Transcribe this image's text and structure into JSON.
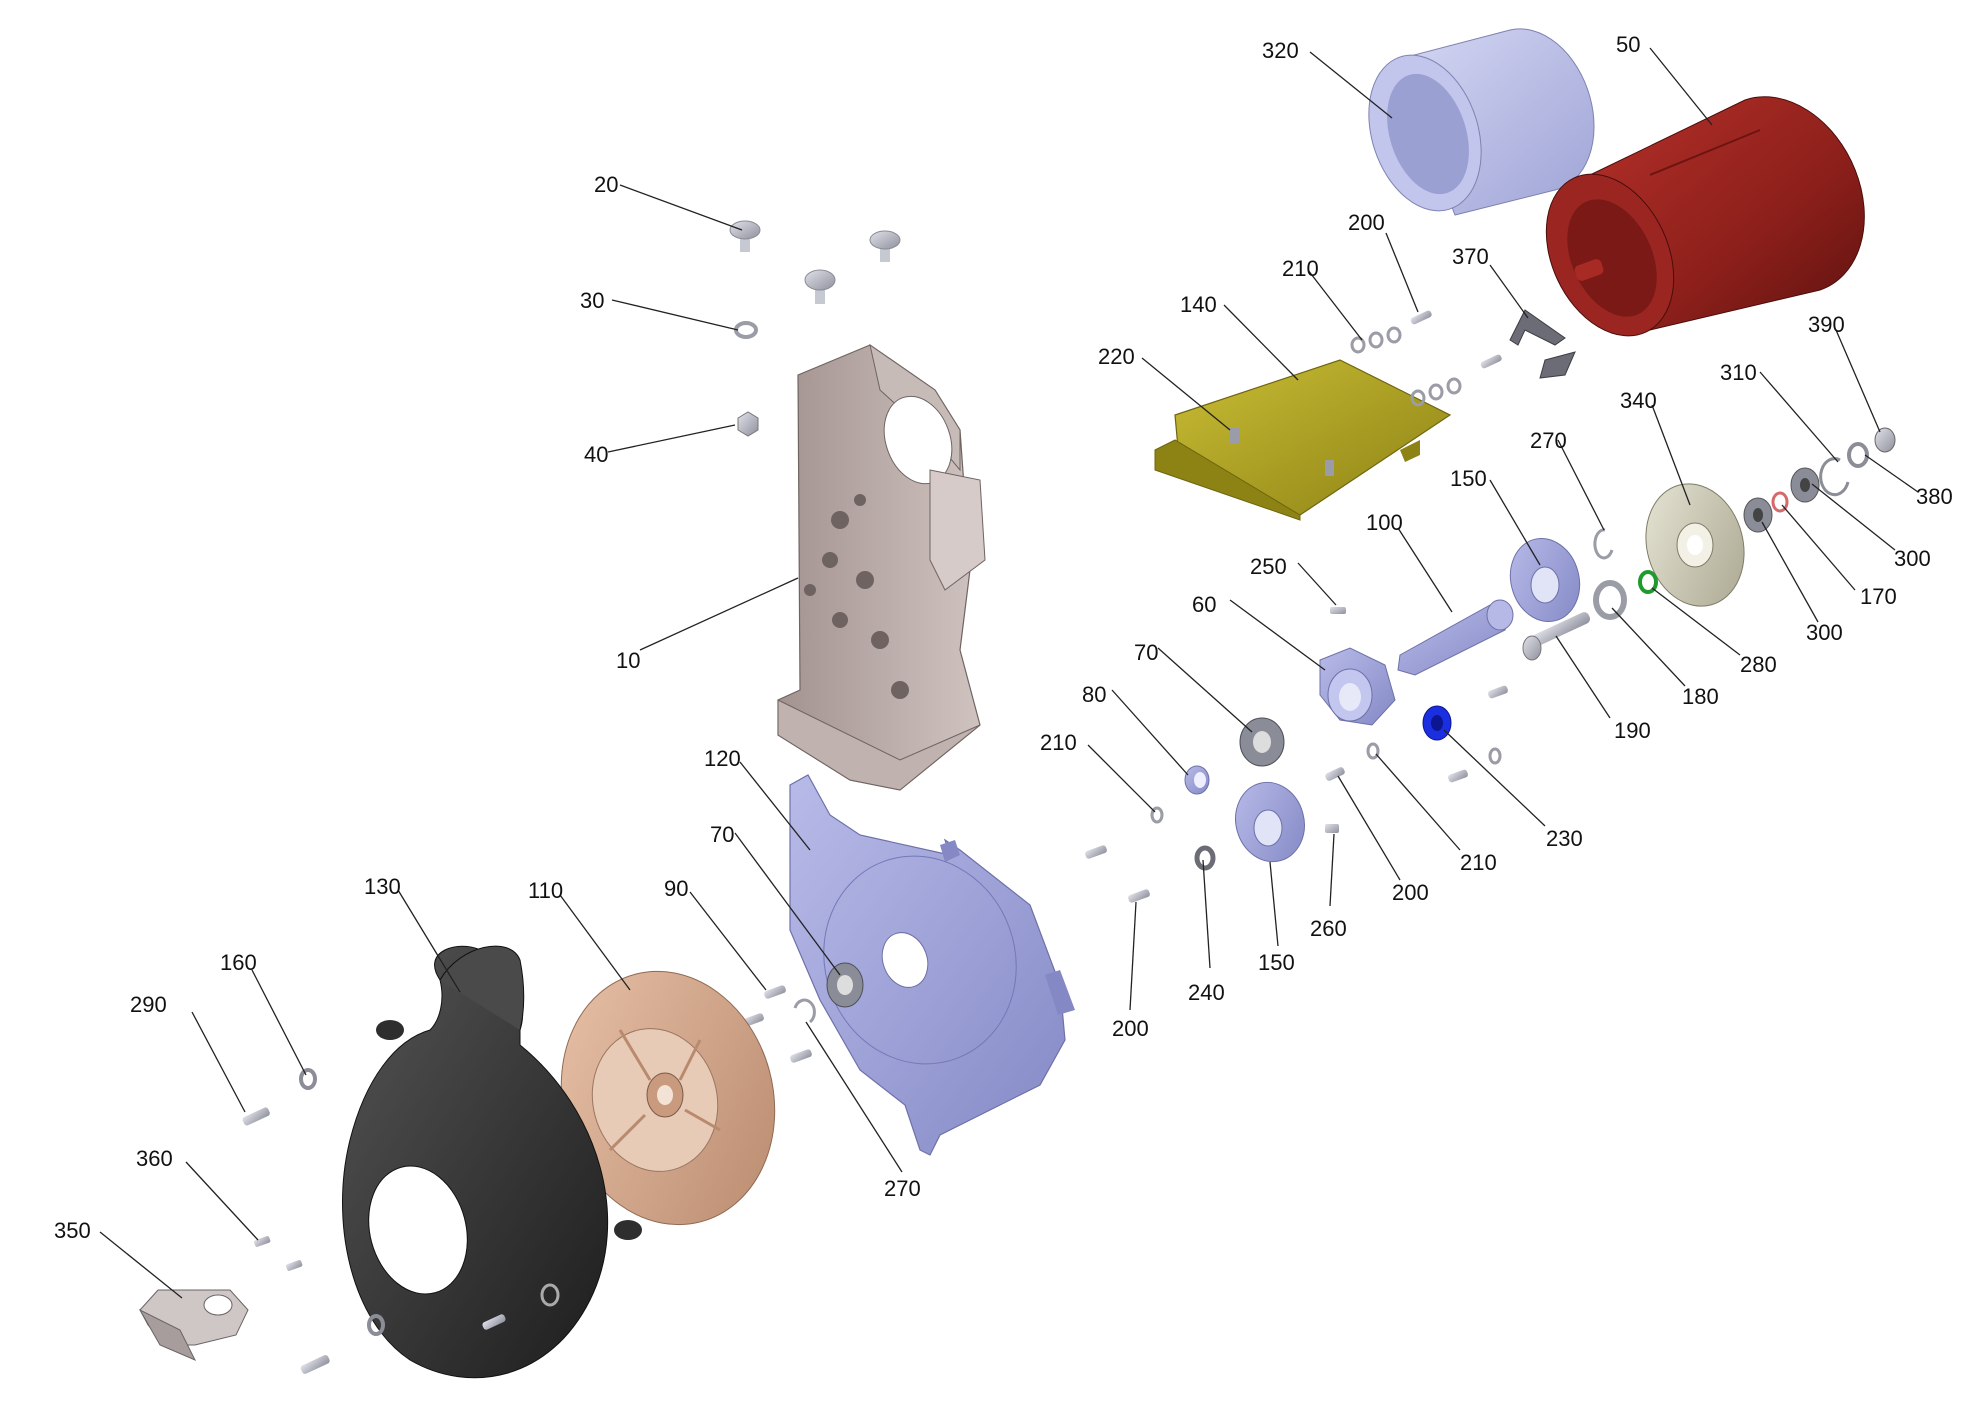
{
  "diagram": {
    "callouts": [
      {
        "id": "c320",
        "label": "320"
      },
      {
        "id": "c50",
        "label": "50"
      },
      {
        "id": "c20",
        "label": "20"
      },
      {
        "id": "c200a",
        "label": "200"
      },
      {
        "id": "c370",
        "label": "370"
      },
      {
        "id": "c210a",
        "label": "210"
      },
      {
        "id": "c140",
        "label": "140"
      },
      {
        "id": "c30",
        "label": "30"
      },
      {
        "id": "c390",
        "label": "390"
      },
      {
        "id": "c220",
        "label": "220"
      },
      {
        "id": "c310",
        "label": "310"
      },
      {
        "id": "c340",
        "label": "340"
      },
      {
        "id": "c380",
        "label": "380"
      },
      {
        "id": "c270a",
        "label": "270"
      },
      {
        "id": "c40",
        "label": "40"
      },
      {
        "id": "c150a",
        "label": "150"
      },
      {
        "id": "c300a",
        "label": "300"
      },
      {
        "id": "c100",
        "label": "100"
      },
      {
        "id": "c250",
        "label": "250"
      },
      {
        "id": "c170",
        "label": "170"
      },
      {
        "id": "c60",
        "label": "60"
      },
      {
        "id": "c300b",
        "label": "300"
      },
      {
        "id": "c10",
        "label": "10"
      },
      {
        "id": "c70a",
        "label": "70"
      },
      {
        "id": "c280",
        "label": "280"
      },
      {
        "id": "c180",
        "label": "180"
      },
      {
        "id": "c80",
        "label": "80"
      },
      {
        "id": "c190",
        "label": "190"
      },
      {
        "id": "c210b",
        "label": "210"
      },
      {
        "id": "c120",
        "label": "120"
      },
      {
        "id": "c230",
        "label": "230"
      },
      {
        "id": "c70b",
        "label": "70"
      },
      {
        "id": "c210c",
        "label": "210"
      },
      {
        "id": "c200b",
        "label": "200"
      },
      {
        "id": "c130",
        "label": "130"
      },
      {
        "id": "c110",
        "label": "110"
      },
      {
        "id": "c90",
        "label": "90"
      },
      {
        "id": "c260",
        "label": "260"
      },
      {
        "id": "c150b",
        "label": "150"
      },
      {
        "id": "c160",
        "label": "160"
      },
      {
        "id": "c240",
        "label": "240"
      },
      {
        "id": "c290",
        "label": "290"
      },
      {
        "id": "c200c",
        "label": "200"
      },
      {
        "id": "c360",
        "label": "360"
      },
      {
        "id": "c270b",
        "label": "270"
      },
      {
        "id": "c350",
        "label": "350"
      }
    ],
    "colors": {
      "frame": "#b8a9a6",
      "motor": "#8c1f1a",
      "sleeve": "#b9bde3",
      "plate": "#b5a823",
      "backplate": "#9fa3d8",
      "impeller": "#d8ab8f",
      "volute": "#3a3a3a",
      "hardware": "#b7b9c6",
      "pulley": "#ccc9b5",
      "spacer_blue": "#1b2ee0",
      "oring_green": "#1f9a2c",
      "ring_red": "#d46a6a",
      "bracket": "#c9bfbf"
    }
  }
}
